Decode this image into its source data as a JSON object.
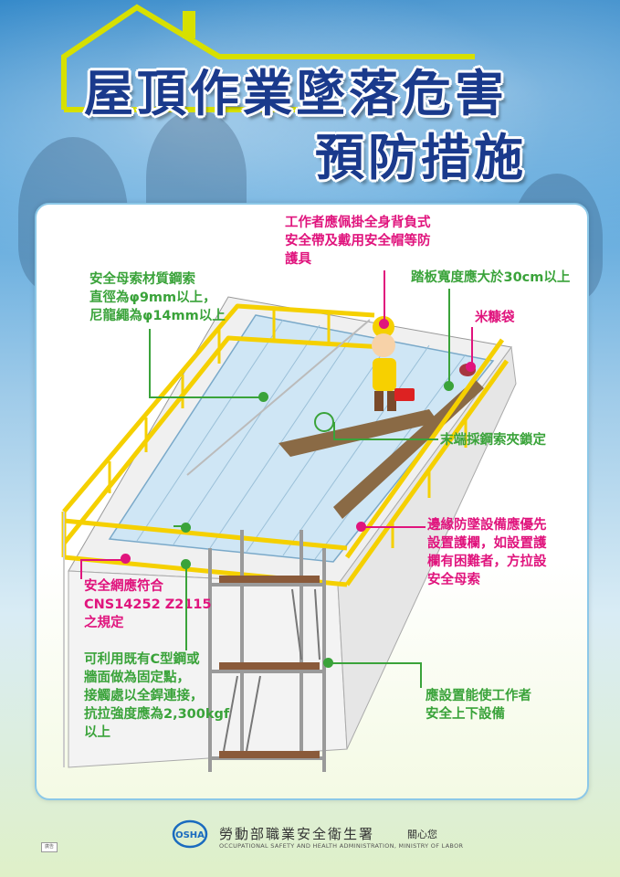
{
  "title": {
    "line1": "屋頂作業墜落危害",
    "line2": "預防措施"
  },
  "labels": {
    "harness": [
      "工作者應佩掛全身背負式",
      "安全帶及戴用安全帽等防",
      "護具"
    ],
    "lifeline": [
      "安全母索材質鋼索",
      "直徑為φ9mm以上，",
      "尼龍繩為φ14mm以上"
    ],
    "plank": "踏板寬度應大於30cm以上",
    "sandbag": "米糠袋",
    "clamp": "末端採鋼索夾鎖定",
    "guardrail": [
      "邊緣防墜設備應優先",
      "設置護欄，如設置護",
      "欄有困難者，方拉設",
      "安全母索"
    ],
    "net": [
      "安全網應符合",
      "CNS14252 Z2115",
      "之規定"
    ],
    "anchor": [
      "可利用既有C型鋼或",
      "牆面做為固定點，",
      "接觸處以全銲連接，",
      "抗拉強度應為2,300kgf",
      "以上"
    ],
    "access": [
      "應設置能使工作者",
      "安全上下設備"
    ]
  },
  "footer": {
    "logo": "OSHA",
    "agency": "勞動部職業安全衛生署",
    "care": "關心您",
    "english": "OCCUPATIONAL SAFETY AND HEALTH ADMINISTRATION, MINISTRY OF LABOR",
    "tag": "廣告"
  },
  "colors": {
    "green": "#3aa33a",
    "pink": "#e0147d",
    "railing": "#f5d000",
    "title": "#1a3a8c"
  }
}
